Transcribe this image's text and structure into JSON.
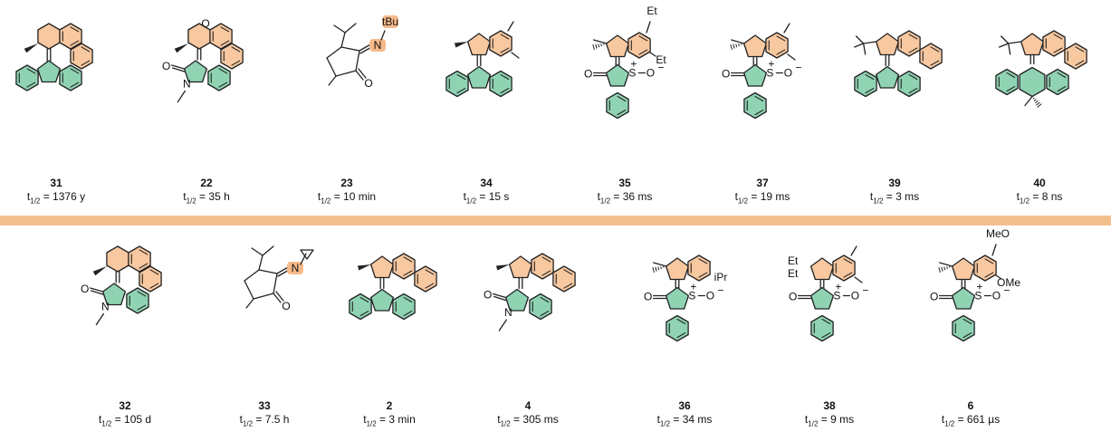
{
  "colors": {
    "orange_fill": "#f8c8a0",
    "green_fill": "#8fd3b3",
    "divider": "#f2c08f",
    "label_hl": "#f6b98a",
    "bond": "#222222"
  },
  "half_life_prefix": "t",
  "half_life_sub": "1/2",
  "top_row": [
    {
      "id": "31",
      "half_life": "= 1376 y",
      "type": "phen_fluor"
    },
    {
      "id": "22",
      "half_life": "= 35 h",
      "type": "phen_oxindole_o"
    },
    {
      "id": "23",
      "half_life": "= 10 min",
      "type": "imine",
      "labels": [
        "tBu",
        "N",
        "O"
      ]
    },
    {
      "id": "34",
      "half_life": "= 15 s",
      "type": "indane_fluor"
    },
    {
      "id": "35",
      "half_life": "= 36 ms",
      "type": "sulfox",
      "labels": [
        "Et",
        "Et",
        "O",
        "S",
        "O"
      ]
    },
    {
      "id": "37",
      "half_life": "= 19 ms",
      "type": "sulfox",
      "labels": [
        "O",
        "S",
        "O"
      ]
    },
    {
      "id": "39",
      "half_life": "= 3 ms",
      "type": "naph_fluor"
    },
    {
      "id": "40",
      "half_life": "= 8 ns",
      "type": "naph_anthr"
    }
  ],
  "bottom_row": [
    {
      "id": "32",
      "half_life": "= 105 d",
      "type": "phen_oxindole",
      "labels": [
        "O",
        "N"
      ]
    },
    {
      "id": "33",
      "half_life": "= 7.5 h",
      "type": "imine",
      "labels": [
        "N",
        "O"
      ]
    },
    {
      "id": "2",
      "half_life": "= 3 min",
      "type": "naph_fluor"
    },
    {
      "id": "4",
      "half_life": "= 305 ms",
      "type": "naph_oxindole",
      "labels": [
        "O",
        "N"
      ]
    },
    {
      "id": "36",
      "half_life": "= 34 ms",
      "type": "sulfox",
      "labels": [
        "iPr",
        "O",
        "S",
        "O"
      ]
    },
    {
      "id": "38",
      "half_life": "= 9 ms",
      "type": "sulfox",
      "labels": [
        "Et",
        "Et",
        "O",
        "S",
        "O"
      ]
    },
    {
      "id": "6",
      "half_life": "= 661 µs",
      "type": "sulfox",
      "labels": [
        "MeO",
        "OMe",
        "O",
        "S",
        "O"
      ]
    }
  ]
}
